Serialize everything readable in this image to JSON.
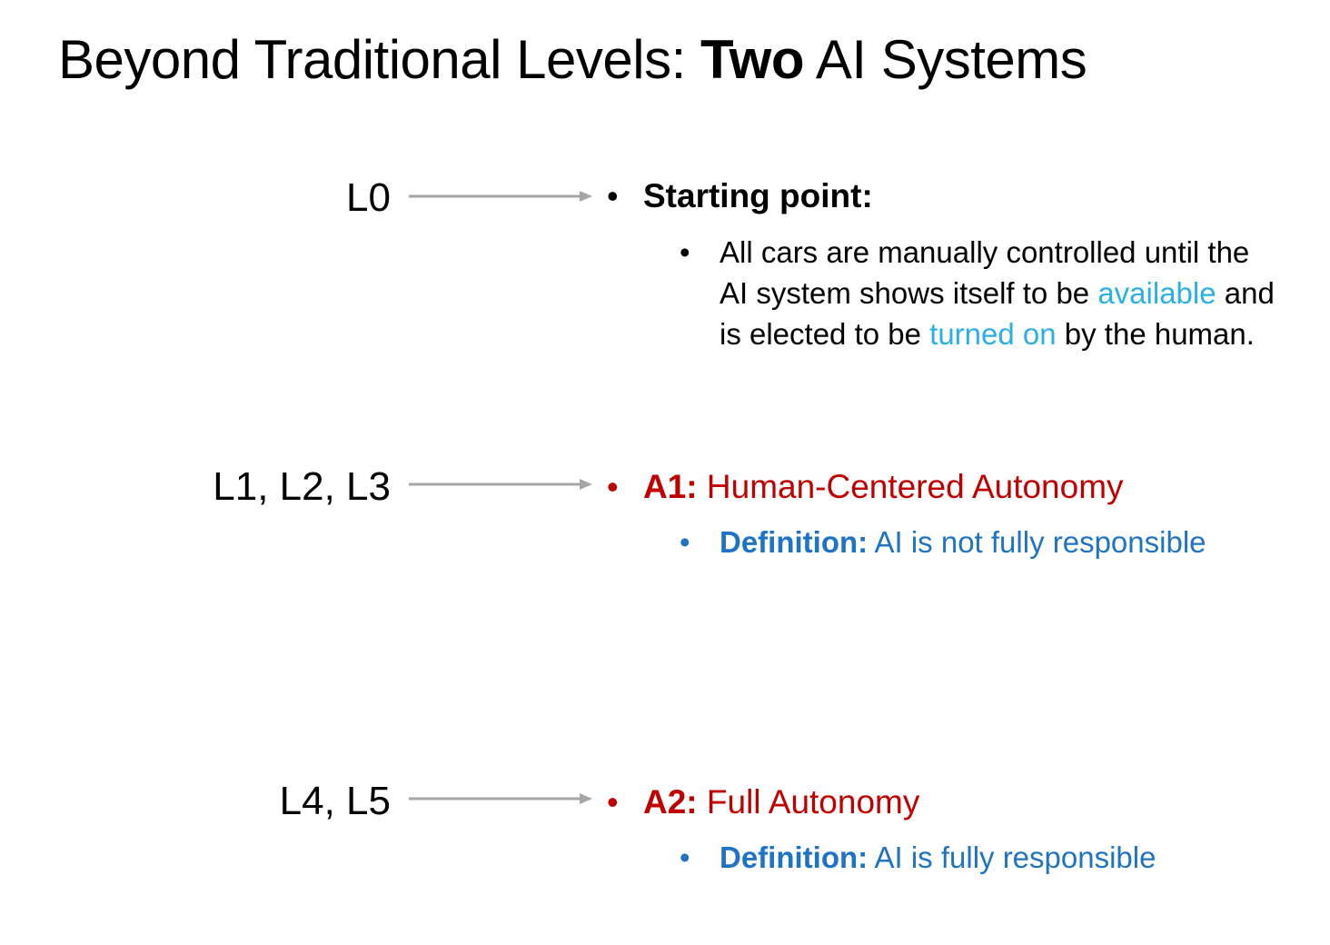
{
  "title": {
    "part1": "Beyond Traditional Levels: ",
    "bold": "Two",
    "part2": " AI Systems"
  },
  "rows": [
    {
      "level": "L0",
      "bullet": "•",
      "heading_bold": "Starting point:",
      "heading_rest": "",
      "sub": {
        "bullet": "•",
        "text_1": "All cars are manually controlled until the AI system shows itself to be ",
        "highlight_1": "available",
        "text_2": " and is elected to be ",
        "highlight_2": "turned on",
        "text_3": " by the human."
      }
    },
    {
      "level": "L1, L2, L3",
      "bullet": "•",
      "heading_bold": "A1:",
      "heading_rest": " Human-Centered Autonomy",
      "sub": {
        "bullet": "•",
        "label": "Definition:",
        "text": " AI is not fully responsible"
      }
    },
    {
      "level": "L4, L5",
      "bullet": "•",
      "heading_bold": "A2:",
      "heading_rest": " Full Autonomy",
      "sub": {
        "bullet": "•",
        "label": "Definition:",
        "text": " AI is fully responsible"
      }
    }
  ],
  "colors": {
    "accent_red": "#c00000",
    "definition_blue": "#1f73c4",
    "highlight_cyan": "#2ab0e6",
    "arrow_gray": "#a6a6a6"
  }
}
